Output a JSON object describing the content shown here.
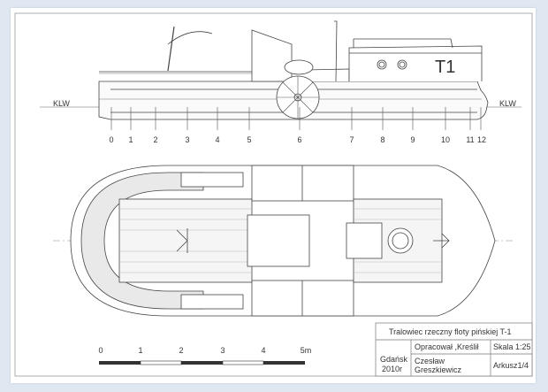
{
  "side_view": {
    "waterline_left": "KLW",
    "waterline_right": "KLW",
    "hull_mark": "T1",
    "frame_numbers": [
      "0",
      "1",
      "2",
      "3",
      "4",
      "5",
      "6",
      "7",
      "8",
      "9",
      "10",
      "11",
      "12"
    ]
  },
  "scale_bar": {
    "ticks": [
      "0",
      "1",
      "2",
      "3",
      "4",
      "5m"
    ]
  },
  "title_block": {
    "title": "Tralowiec  rzeczny floty pińskiej T-1",
    "place": "Gdańsk",
    "year": "2010r",
    "prepared": "Opracował ,Kreślił",
    "author": "Czesław Greszkiewicz",
    "author_line1": "Czesław",
    "author_line2": "Greszkiewicz",
    "scale": "Skala 1:25",
    "sheet": "Arkusz1/4"
  }
}
